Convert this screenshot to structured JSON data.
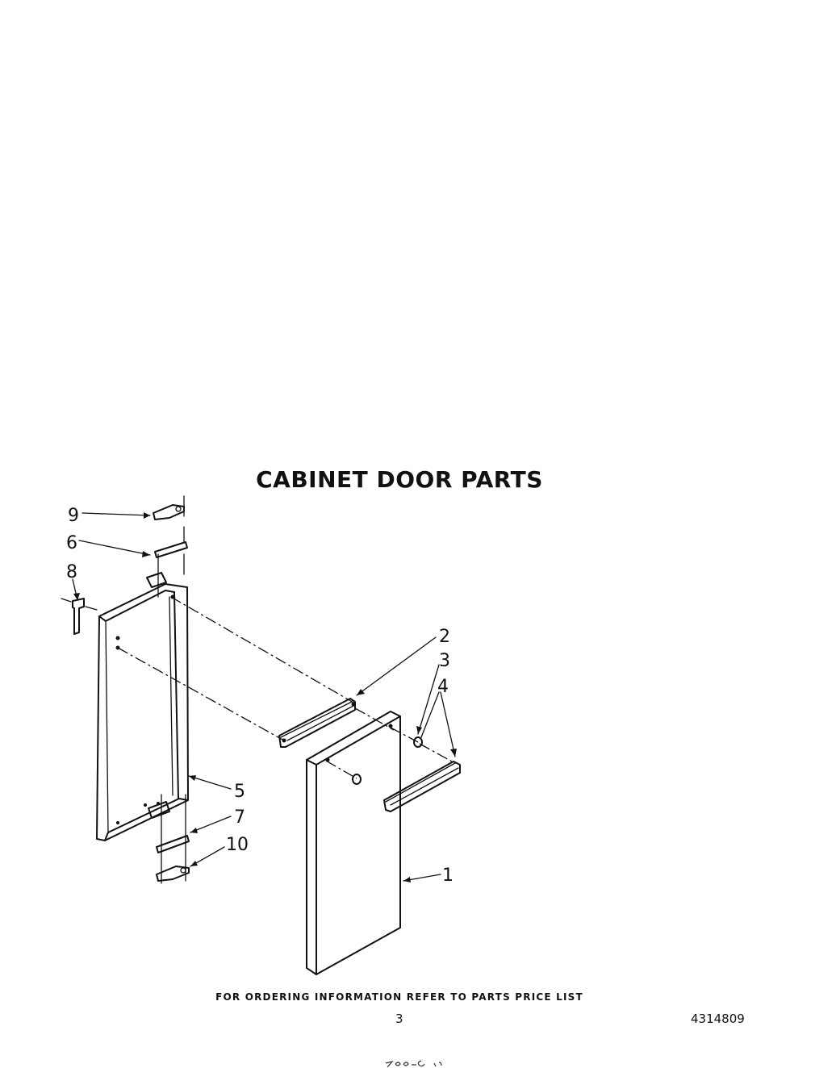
{
  "title": "CABINET DOOR PARTS",
  "callouts": [
    {
      "id": "1",
      "label": "1"
    },
    {
      "id": "2",
      "label": "2"
    },
    {
      "id": "3",
      "label": "3"
    },
    {
      "id": "4",
      "label": "4"
    },
    {
      "id": "5",
      "label": "5"
    },
    {
      "id": "6",
      "label": "6"
    },
    {
      "id": "7",
      "label": "7"
    },
    {
      "id": "8",
      "label": "8"
    },
    {
      "id": "9",
      "label": "9"
    },
    {
      "id": "10",
      "label": "10"
    }
  ],
  "footer": {
    "ordering_note": "FOR ORDERING INFORMATION REFER TO PARTS PRICE LIST",
    "page_number": "3",
    "document_number": "4314809"
  }
}
